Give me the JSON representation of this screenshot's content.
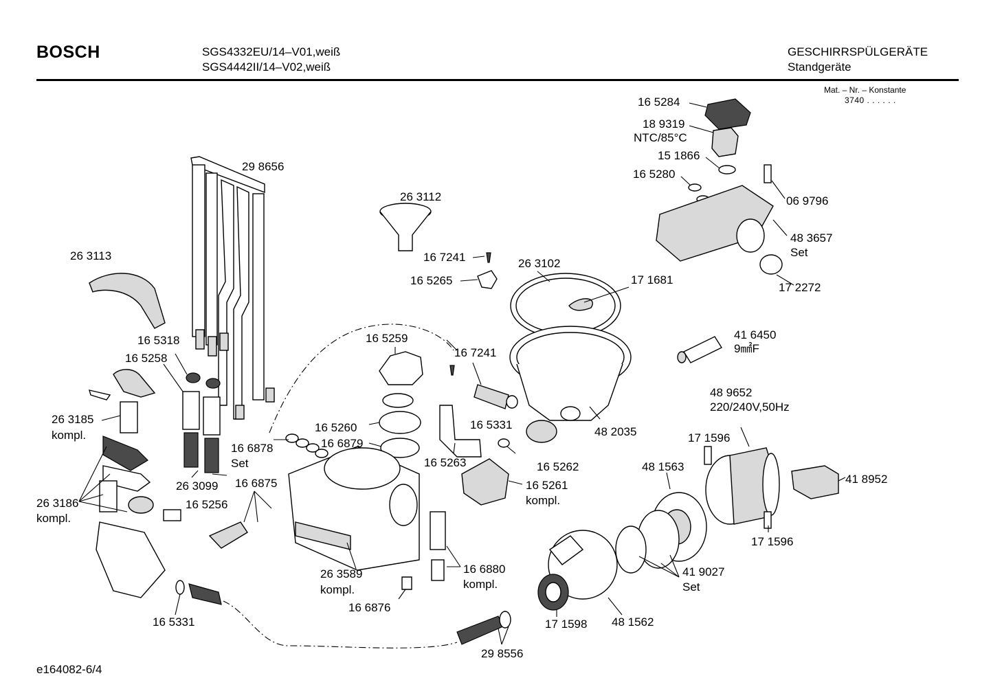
{
  "header": {
    "brand": "BOSCH",
    "model_line_1": "SGS4332EU/14–V01,weiß",
    "model_line_2": "SGS4442II/14–V02,weiß",
    "category": "GESCHIRRSPÜLGERÄTE",
    "subcategory": "Standgeräte",
    "mat_nr_label": "Mat. – Nr. – Konstante",
    "mat_nr_value": "3740 . . . . . ."
  },
  "footer": {
    "diagram_id": "e164082-6/4"
  },
  "parts": [
    {
      "id": "p-165284",
      "label": "16 5284"
    },
    {
      "id": "p-189319",
      "label": "18 9319"
    },
    {
      "id": "p-ntc",
      "label": "NTC/85°C"
    },
    {
      "id": "p-151866",
      "label": "15 1866"
    },
    {
      "id": "p-165280",
      "label": "16 5280"
    },
    {
      "id": "p-069796",
      "label": "06 9796"
    },
    {
      "id": "p-483657",
      "label": "48 3657"
    },
    {
      "id": "p-483657-set",
      "label": "Set"
    },
    {
      "id": "p-172272",
      "label": "17 2272"
    },
    {
      "id": "p-298656",
      "label": "29 8656"
    },
    {
      "id": "p-263112",
      "label": "26 3112"
    },
    {
      "id": "p-263113",
      "label": "26 3113"
    },
    {
      "id": "p-167241a",
      "label": "16 7241"
    },
    {
      "id": "p-165265",
      "label": "16 5265"
    },
    {
      "id": "p-263102",
      "label": "26 3102"
    },
    {
      "id": "p-171681",
      "label": "17 1681"
    },
    {
      "id": "p-416450",
      "label": "41 6450"
    },
    {
      "id": "p-9mf",
      "label": "9㎟F"
    },
    {
      "id": "p-165318",
      "label": "16 5318"
    },
    {
      "id": "p-165258",
      "label": "16 5258"
    },
    {
      "id": "p-165259",
      "label": "16 5259"
    },
    {
      "id": "p-167241b",
      "label": "16 7241"
    },
    {
      "id": "p-489652",
      "label": "48 9652"
    },
    {
      "id": "p-voltage",
      "label": "220/240V,50Hz"
    },
    {
      "id": "p-263185",
      "label": "26 3185"
    },
    {
      "id": "p-263185-k",
      "label": "kompl."
    },
    {
      "id": "p-165260",
      "label": "16 5260"
    },
    {
      "id": "p-165331a",
      "label": "16 5331"
    },
    {
      "id": "p-482035",
      "label": "48 2035"
    },
    {
      "id": "p-166878",
      "label": "16 6878"
    },
    {
      "id": "p-166878-set",
      "label": "Set"
    },
    {
      "id": "p-166879",
      "label": "16 6879"
    },
    {
      "id": "p-171596a",
      "label": "17 1596"
    },
    {
      "id": "p-165263",
      "label": "16 5263"
    },
    {
      "id": "p-165262",
      "label": "16 5262"
    },
    {
      "id": "p-481563",
      "label": "48 1563"
    },
    {
      "id": "p-418952",
      "label": "41 8952"
    },
    {
      "id": "p-263099",
      "label": "26 3099"
    },
    {
      "id": "p-166875",
      "label": "16 6875"
    },
    {
      "id": "p-165261",
      "label": "16 5261"
    },
    {
      "id": "p-165261-k",
      "label": "kompl."
    },
    {
      "id": "p-263186",
      "label": "26 3186"
    },
    {
      "id": "p-263186-k",
      "label": "kompl."
    },
    {
      "id": "p-165256",
      "label": "16 5256"
    },
    {
      "id": "p-171596b",
      "label": "17 1596"
    },
    {
      "id": "p-419027",
      "label": "41 9027"
    },
    {
      "id": "p-419027-set",
      "label": "Set"
    },
    {
      "id": "p-263589",
      "label": "26 3589"
    },
    {
      "id": "p-263589-k",
      "label": "kompl."
    },
    {
      "id": "p-166880",
      "label": "16 6880"
    },
    {
      "id": "p-166880-k",
      "label": "kompl."
    },
    {
      "id": "p-166876",
      "label": "16 6876"
    },
    {
      "id": "p-165331b",
      "label": "16 5331"
    },
    {
      "id": "p-171598",
      "label": "17 1598"
    },
    {
      "id": "p-481562",
      "label": "48 1562"
    },
    {
      "id": "p-298556",
      "label": "29 8556"
    }
  ]
}
